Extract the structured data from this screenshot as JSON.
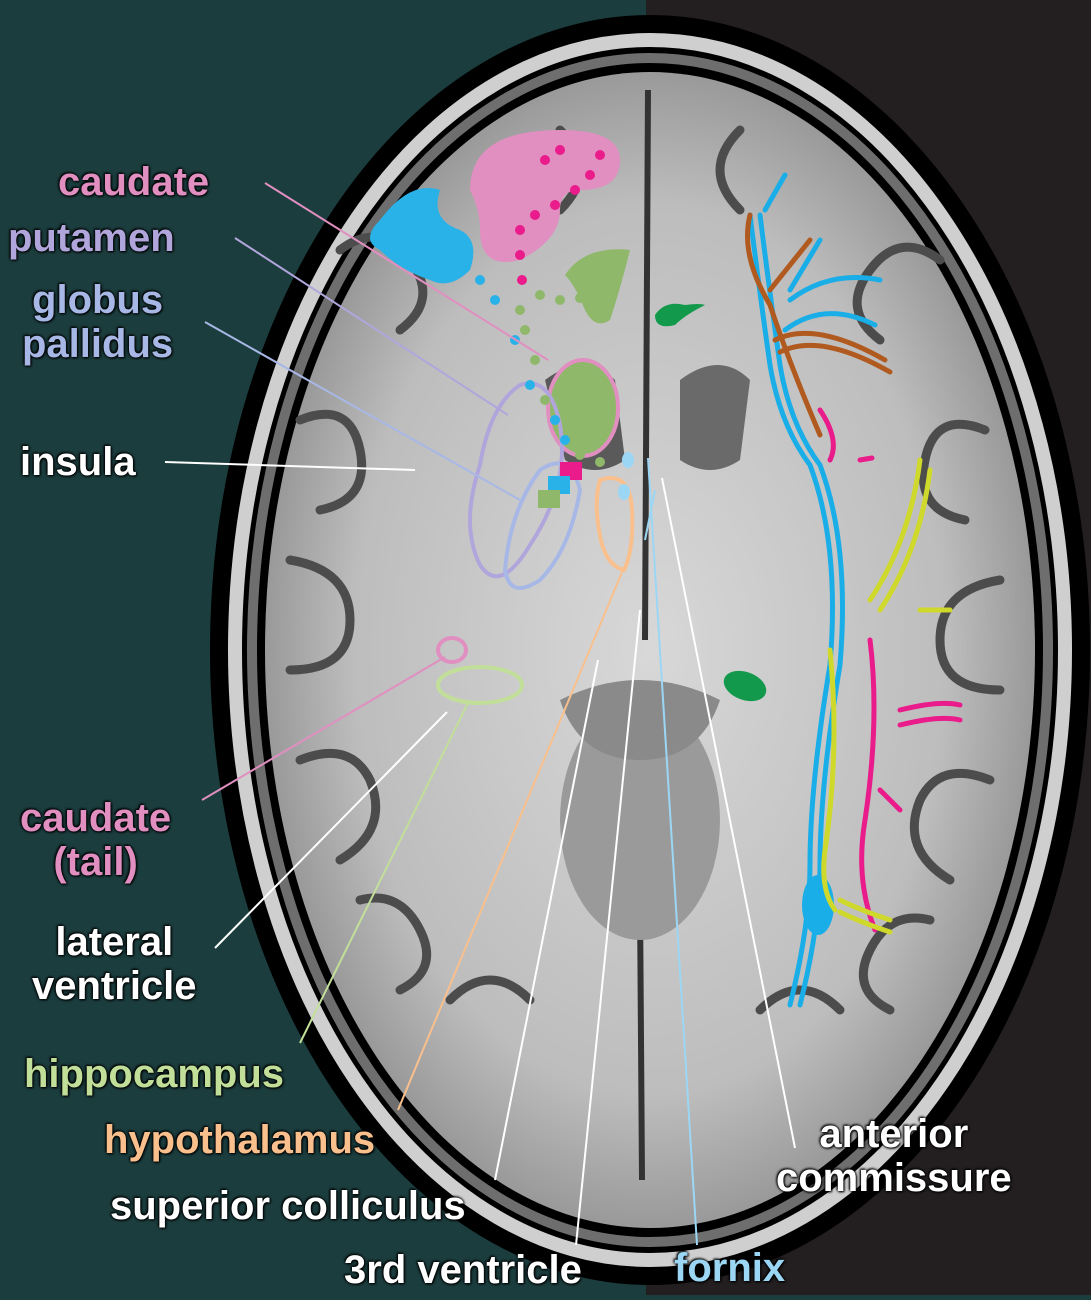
{
  "labels": {
    "caudate": "caudate",
    "putamen": "putamen",
    "globus_pallidus_1": "globus",
    "globus_pallidus_2": "pallidus",
    "insula": "insula",
    "caudate_tail_1": "caudate",
    "caudate_tail_2": "(tail)",
    "lateral_ventricle_1": "lateral",
    "lateral_ventricle_2": "ventricle",
    "hippocampus": "hippocampus",
    "hypothalamus": "hypothalamus",
    "superior_colliculus": "superior colliculus",
    "third_ventricle": "3rd ventricle",
    "fornix": "fornix",
    "anterior_commissure_1": "anterior",
    "anterior_commissure_2": "commissure"
  },
  "colors": {
    "bg_left": "#1c3d3e",
    "bg_right": "#231f20",
    "caudate": "#e08fc0",
    "putamen": "#b1a6dc",
    "globus_pallidus": "#a8b8e6",
    "white": "#ffffff",
    "hippocampus": "#c2df9a",
    "hypothalamus": "#f9c08e",
    "fornix": "#9bd7f5",
    "tract_blue": "#19aee8",
    "tract_magenta": "#ea1b8a",
    "tract_lime": "#cfd92b",
    "tract_brown": "#b05a1f",
    "green_region": "#8fb86a",
    "dark_green": "#13994b"
  }
}
